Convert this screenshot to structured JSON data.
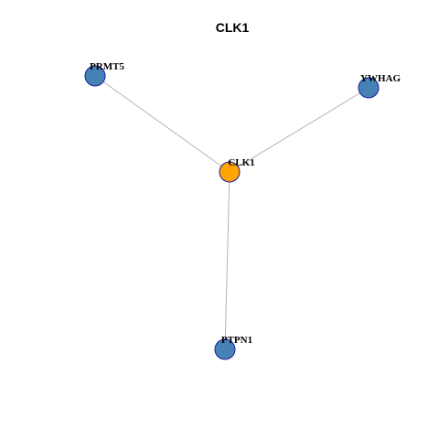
{
  "title": "CLK1",
  "colors": {
    "center": "#ffa500",
    "neighbor": "#4682b4",
    "node_border": "#1a1aa6",
    "edge": "#b3b3b3"
  },
  "nodes": [
    {
      "id": "CLK1",
      "label": "CLK1",
      "role": "center"
    },
    {
      "id": "PRMT5",
      "label": "PRMT5",
      "role": "neighbor"
    },
    {
      "id": "YWHAG",
      "label": "YWHAG",
      "role": "neighbor"
    },
    {
      "id": "PTPN1",
      "label": "PTPN1",
      "role": "neighbor"
    }
  ],
  "edges": [
    {
      "source": "CLK1",
      "target": "PRMT5"
    },
    {
      "source": "CLK1",
      "target": "YWHAG"
    },
    {
      "source": "CLK1",
      "target": "PTPN1"
    }
  ]
}
